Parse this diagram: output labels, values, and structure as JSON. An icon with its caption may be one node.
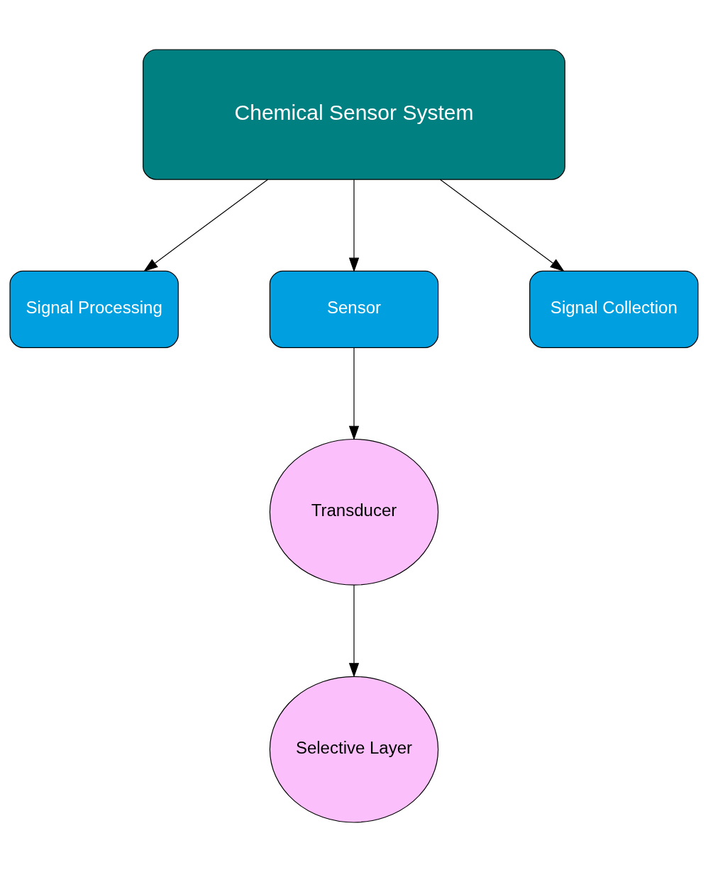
{
  "diagram": {
    "nodes": [
      {
        "text": [
          "Chemical Sensor System"
        ]
      },
      {
        "text": [
          "Signal Processing"
        ]
      },
      {
        "text": [
          "Sensor"
        ]
      },
      {
        "text": [
          "Signal Collection"
        ]
      },
      {
        "text": [
          "Transducer"
        ]
      },
      {
        "text": [
          "Selective Layer"
        ]
      }
    ],
    "edges": [
      {
        "from": 0,
        "to": 1,
        "arrow": "to"
      },
      {
        "from": 0,
        "to": 2,
        "arrow": "to"
      },
      {
        "from": 0,
        "to": 3,
        "arrow": "to"
      },
      {
        "from": 2,
        "to": 4,
        "arrow": "to"
      },
      {
        "from": 4,
        "to": 5,
        "arrow": "to"
      }
    ]
  }
}
